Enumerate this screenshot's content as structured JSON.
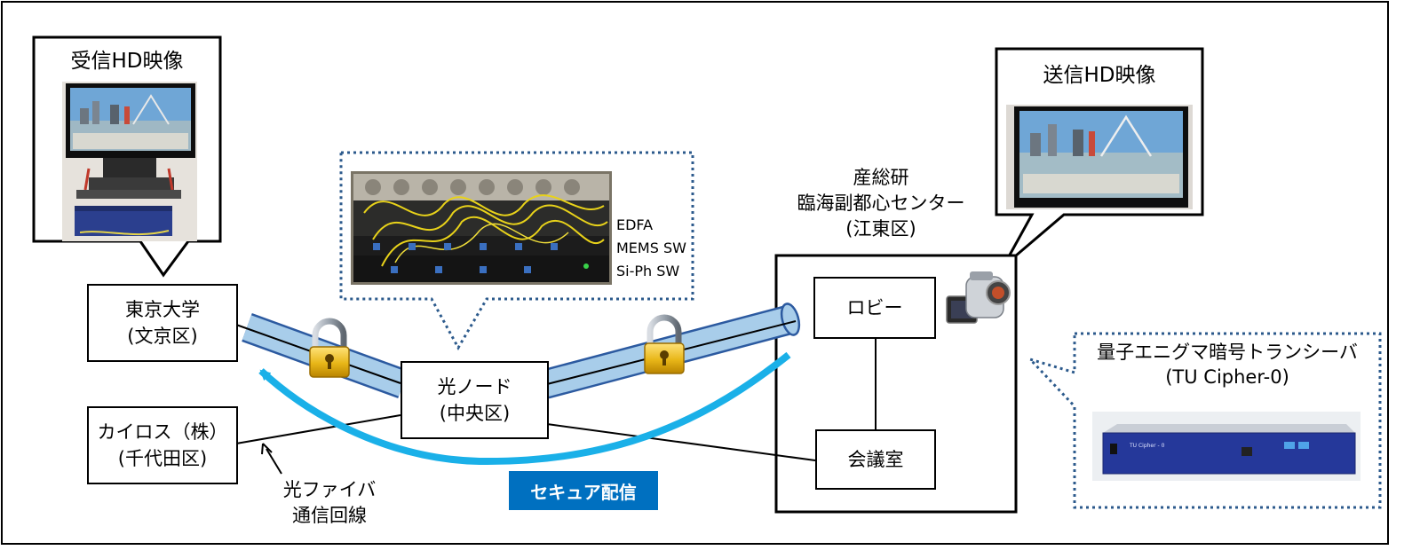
{
  "rx_callout": {
    "title": "受信HD映像"
  },
  "tx_callout": {
    "title": "送信HD映像"
  },
  "node_callout": {
    "labels": [
      "EDFA",
      "MEMS  SW",
      "Si-Ph SW"
    ]
  },
  "sites": {
    "tokyo_univ": {
      "line1": "東京大学",
      "line2": "(文京区)"
    },
    "kairos": {
      "line1": "カイロス（株）",
      "line2": "(千代田区)"
    },
    "optical_node": {
      "line1": "光ノード",
      "line2": "(中央区)"
    },
    "lobby": {
      "line1": "ロビー"
    },
    "meeting_room": {
      "line1": "会議室"
    }
  },
  "aist": {
    "line1": "産総研",
    "line2": "臨海副都心センター",
    "line3": "(江東区)"
  },
  "fiber_label": {
    "line1": "光ファイバ",
    "line2": "通信回線"
  },
  "secure_label": "セキュア配信",
  "transceiver": {
    "line1": "量子エニグマ暗号トランシーバ",
    "line2": "(TU Cipher-0)",
    "plate_text": "TU Cipher - 0"
  },
  "colors": {
    "secure_badge": "#0070c0",
    "arrow": "#1ab0e8",
    "tube_fill": "#a8cdea",
    "tube_stroke": "#2c5aa0",
    "dotted_border": "#2c5a8c",
    "lock_gold": "#e8b618"
  }
}
